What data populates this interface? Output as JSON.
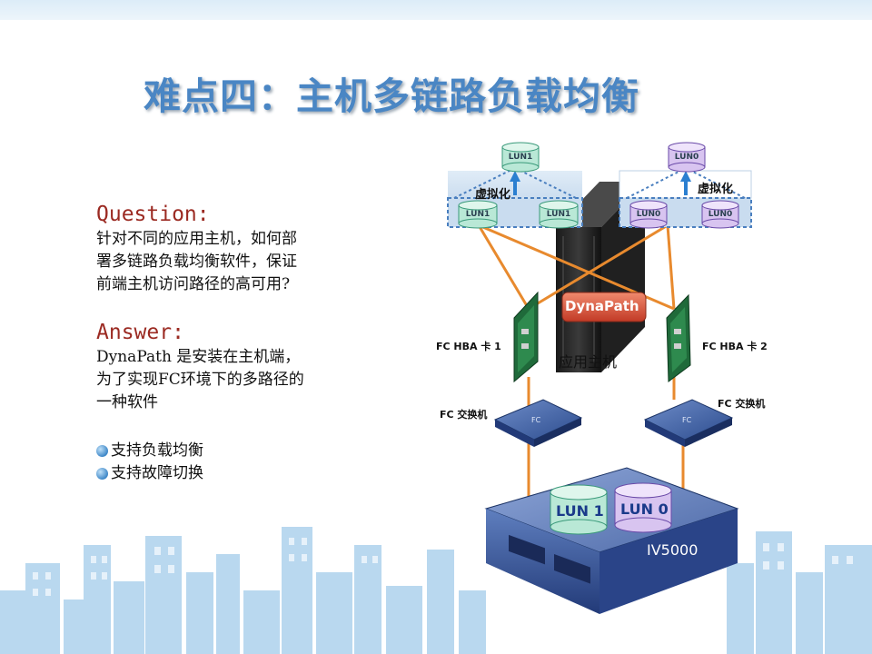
{
  "title": "难点四：主机多链路负载均衡",
  "question": {
    "heading": "Question:",
    "lines": [
      "针对不同的应用主机，如何部",
      "署多链路负载均衡软件，保证",
      "前端主机访问路径的高可用?"
    ]
  },
  "answer": {
    "heading": "Answer:",
    "lines": [
      "DynaPath 是安装在主机端，",
      "为了实现FC环境下的多路径的",
      "一种软件"
    ]
  },
  "bullets": [
    "支持负载均衡",
    "支持故障切换"
  ],
  "diagram": {
    "lun_left_top": "LUN1",
    "lun_left_a": "LUN1",
    "lun_left_b": "LUN1",
    "lun_right_top": "LUN0",
    "lun_right_a": "LUN0",
    "lun_right_b": "LUN0",
    "virt_left": "虚拟化",
    "virt_right": "虚拟化",
    "dynapath": "DynaPath",
    "host_label": "应用主机",
    "hba1": "FC HBA 卡 1",
    "hba2": "FC HBA 卡 2",
    "switch_left": "FC 交换机",
    "switch_right": "FC 交换机",
    "switch_tag": "FC",
    "storage_lun1": "LUN 1",
    "storage_lun0": "LUN 0",
    "storage_name": "IV5000"
  },
  "colors": {
    "title": "#4a86c4",
    "heading": "#9b2a22",
    "link_line": "#e88a2e",
    "lun1_cyl": "#b9e8d6",
    "lun0_cyl": "#d8c4f0"
  }
}
